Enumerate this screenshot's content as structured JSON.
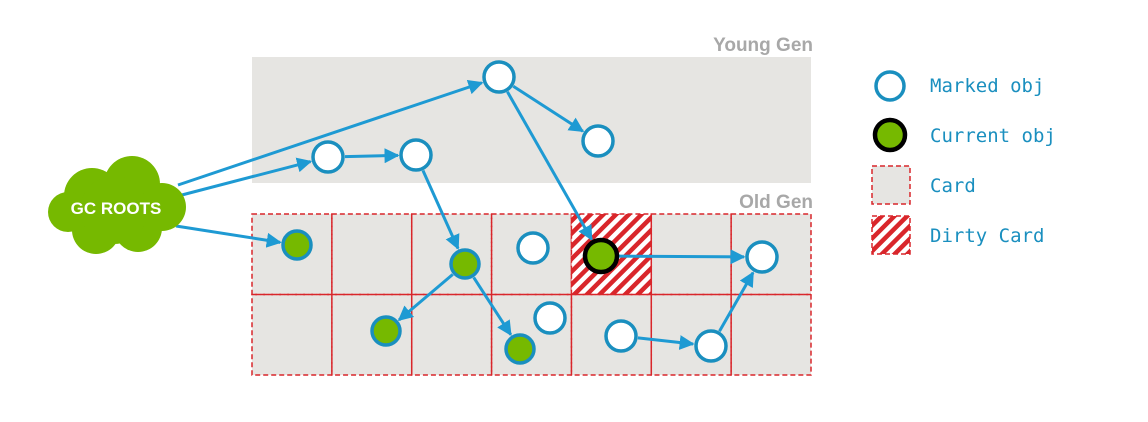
{
  "regions": {
    "young_label": "Young Gen",
    "old_label": "Old Gen"
  },
  "roots": {
    "label": "GC ROOTS"
  },
  "legend": {
    "marked": "Marked obj",
    "current": "Current obj",
    "card": "Card",
    "dirty": "Dirty Card"
  },
  "colors": {
    "region_fill": "#e6e5e2",
    "card_border": "#d9262b",
    "marked_stroke": "#1a8fbf",
    "edge": "#1e9ad3",
    "green": "#76b900",
    "current_stroke": "#000000",
    "dirty_stripe": "#d9262b",
    "label_grey": "#a8a8a8"
  },
  "cards": {
    "rows": 2,
    "cols": 7,
    "dirty": [
      [
        0,
        4
      ]
    ]
  }
}
